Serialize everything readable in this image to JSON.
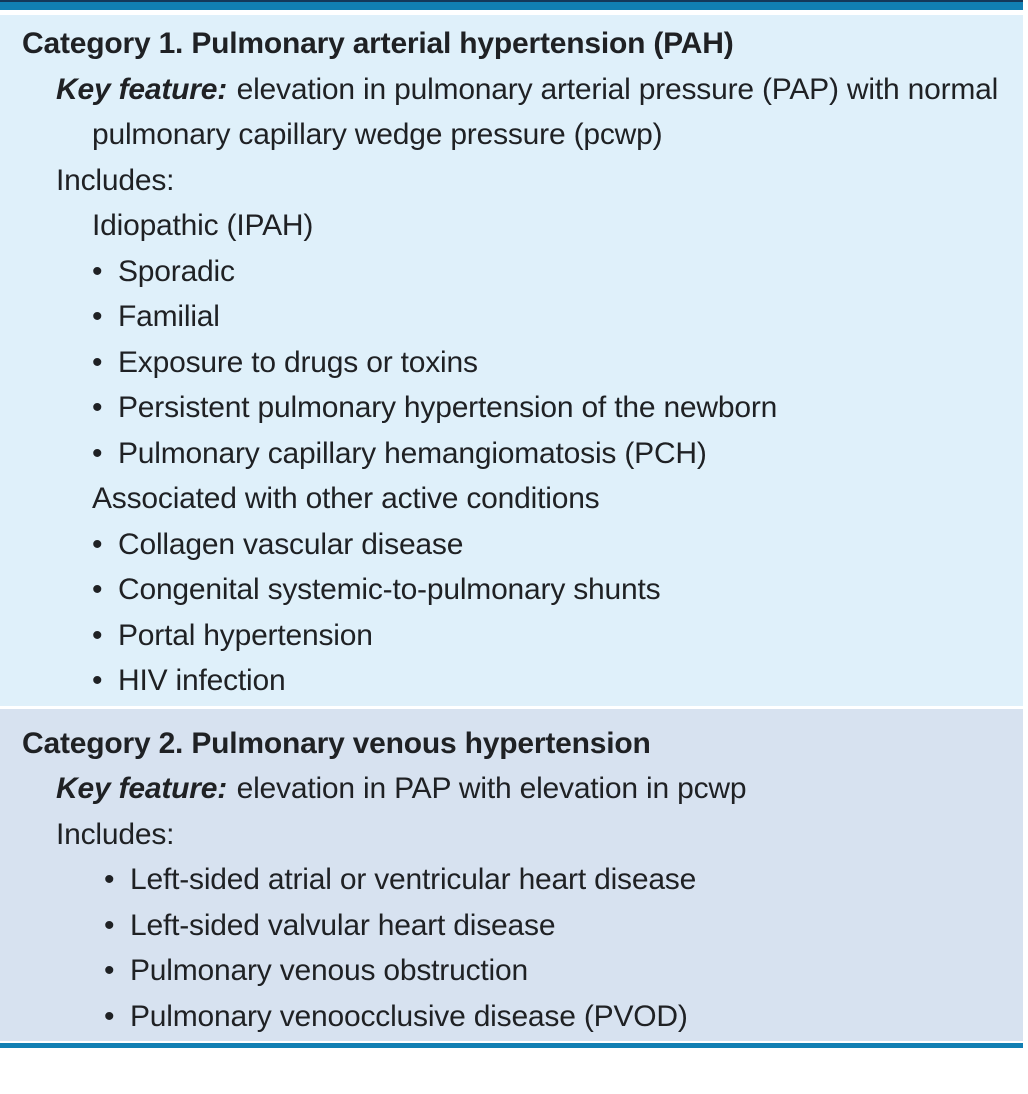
{
  "colors": {
    "rule_teal": "#117fb3",
    "rule_dark_edge": "#14385a",
    "section1_background": "#dff0fa",
    "section2_background": "#d7e2f0",
    "text": "#1f2124"
  },
  "glyphs": {
    "bullet": "•"
  },
  "sections": [
    {
      "title": "Category 1. Pulmonary arterial hypertension (PAH)",
      "key_feature_label": "Key feature:",
      "key_feature_text": "elevation in pulmonary arterial pressure (PAP) with normal pulmonary capillary wedge pressure (pcwp)",
      "includes_label": "Includes:",
      "groups": [
        {
          "heading": "Idiopathic (IPAH)",
          "items": [
            "Sporadic",
            "Familial",
            "Exposure to drugs or toxins",
            "Persistent pulmonary hypertension of the newborn",
            "Pulmonary capillary hemangiomatosis (PCH)"
          ]
        },
        {
          "heading": "Associated with other active conditions",
          "items": [
            "Collagen vascular disease",
            "Congenital systemic-to-pulmonary shunts",
            "Portal hypertension",
            "HIV infection"
          ]
        }
      ]
    },
    {
      "title": "Category 2. Pulmonary venous hypertension",
      "key_feature_label": "Key feature:",
      "key_feature_text": "elevation in PAP with elevation in pcwp",
      "includes_label": "Includes:",
      "groups": [
        {
          "heading": null,
          "items": [
            "Left-sided atrial or ventricular heart disease",
            "Left-sided valvular heart disease",
            "Pulmonary venous obstruction",
            "Pulmonary venoocclusive disease (PVOD)"
          ]
        }
      ]
    }
  ]
}
